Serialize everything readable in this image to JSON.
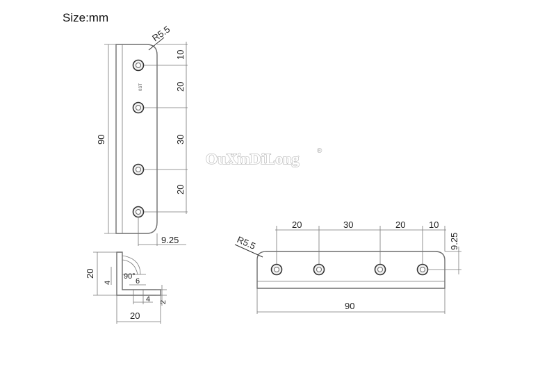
{
  "title": "Size:mm",
  "watermark": "OuXinDiLong",
  "watermark_mark": "®",
  "vertical_view": {
    "radius": "R5.5",
    "part_mark": "0ST",
    "segment_dims": [
      "10",
      "20",
      "30",
      "20"
    ],
    "overall_length": "90",
    "edge_offset": "9.25"
  },
  "profile_view": {
    "height": "20",
    "angle": "90°",
    "leg_dim": "4",
    "hole_dim": "6",
    "bottom_dim": "4",
    "thickness": "2",
    "width": "20"
  },
  "horizontal_view": {
    "radius": "R5.5",
    "segment_dims": [
      "20",
      "30",
      "20",
      "10"
    ],
    "edge_offset": "9.25",
    "overall_length": "90"
  }
}
